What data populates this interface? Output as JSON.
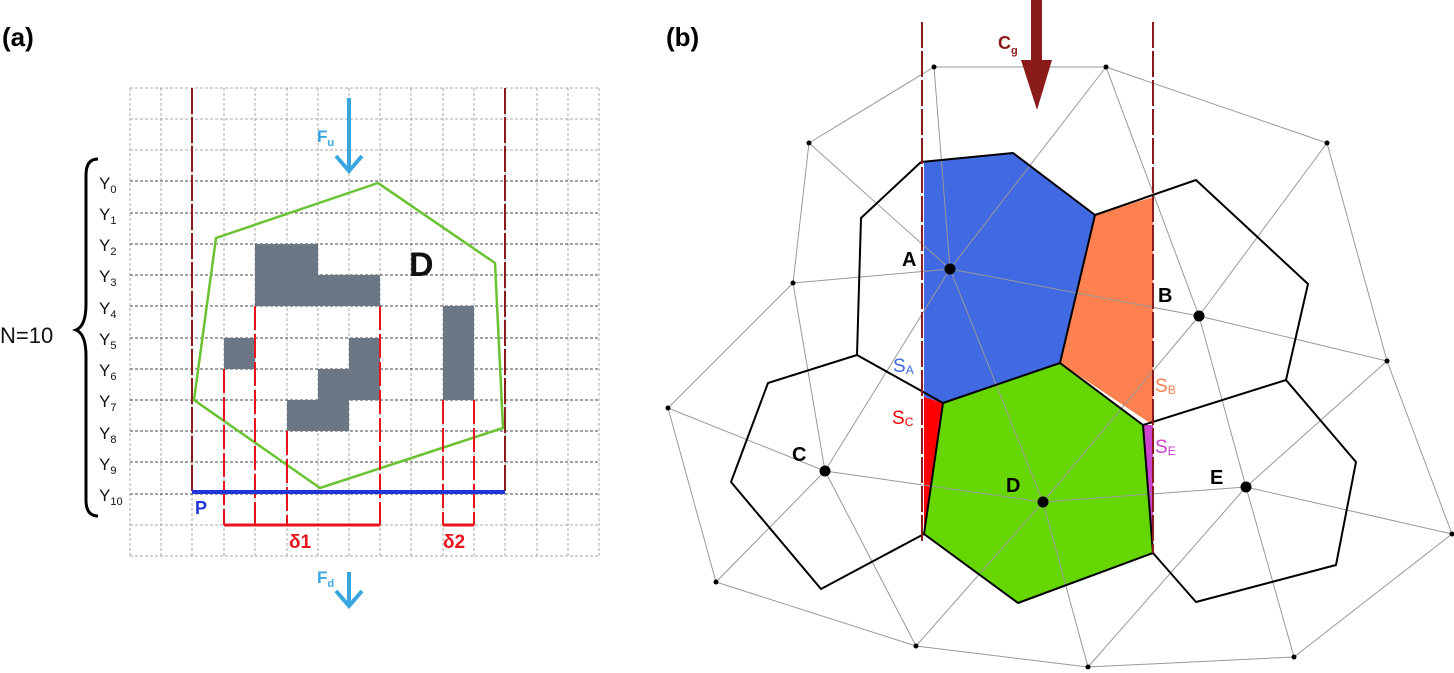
{
  "panel_a": {
    "label": "(a)",
    "n_label": "N=10",
    "y_labels": [
      {
        "base": "Y",
        "sub": "0"
      },
      {
        "base": "Y",
        "sub": "1"
      },
      {
        "base": "Y",
        "sub": "2"
      },
      {
        "base": "Y",
        "sub": "3"
      },
      {
        "base": "Y",
        "sub": "4"
      },
      {
        "base": "Y",
        "sub": "5"
      },
      {
        "base": "Y",
        "sub": "6"
      },
      {
        "base": "Y",
        "sub": "7"
      },
      {
        "base": "Y",
        "sub": "8"
      },
      {
        "base": "Y",
        "sub": "9"
      },
      {
        "base": "Y",
        "sub": "10"
      }
    ],
    "region_label": "D",
    "force_up": {
      "base": "F",
      "sub": "u"
    },
    "force_down": {
      "base": "F",
      "sub": "d"
    },
    "projection_label": "P",
    "delta1_label": "δ1",
    "delta2_label": "δ2",
    "colors": {
      "grid": "#aaaaaa",
      "solid_cell": "#6b7785",
      "hull": "#6ac232",
      "boundary": "#8b1a1a",
      "projection": "#1f35d6",
      "delta": "#e8141c",
      "force": "#3aa6e0"
    }
  },
  "panel_b": {
    "label": "(b)",
    "gravity_label": {
      "base": "C",
      "sub": "g"
    },
    "points": {
      "A": "A",
      "B": "B",
      "C": "C",
      "D": "D",
      "E": "E"
    },
    "areas": {
      "SA": {
        "base": "S",
        "sub": "A"
      },
      "SB": {
        "base": "S",
        "sub": "B"
      },
      "SC": {
        "base": "S",
        "sub": "C"
      },
      "SE": {
        "base": "S",
        "sub": "E"
      }
    },
    "colors": {
      "cell_A": "#4169e1",
      "cell_B": "#ff8050",
      "cell_C": "#ff0000",
      "cell_D": "#66d600",
      "cell_E": "#cc44cc",
      "SA_text": "#4169e1",
      "SB_text": "#ff8050",
      "SC_text": "#ff0000",
      "SE_text": "#cc44cc",
      "gravity": "#8b1a1a",
      "mesh": "#999999"
    }
  }
}
